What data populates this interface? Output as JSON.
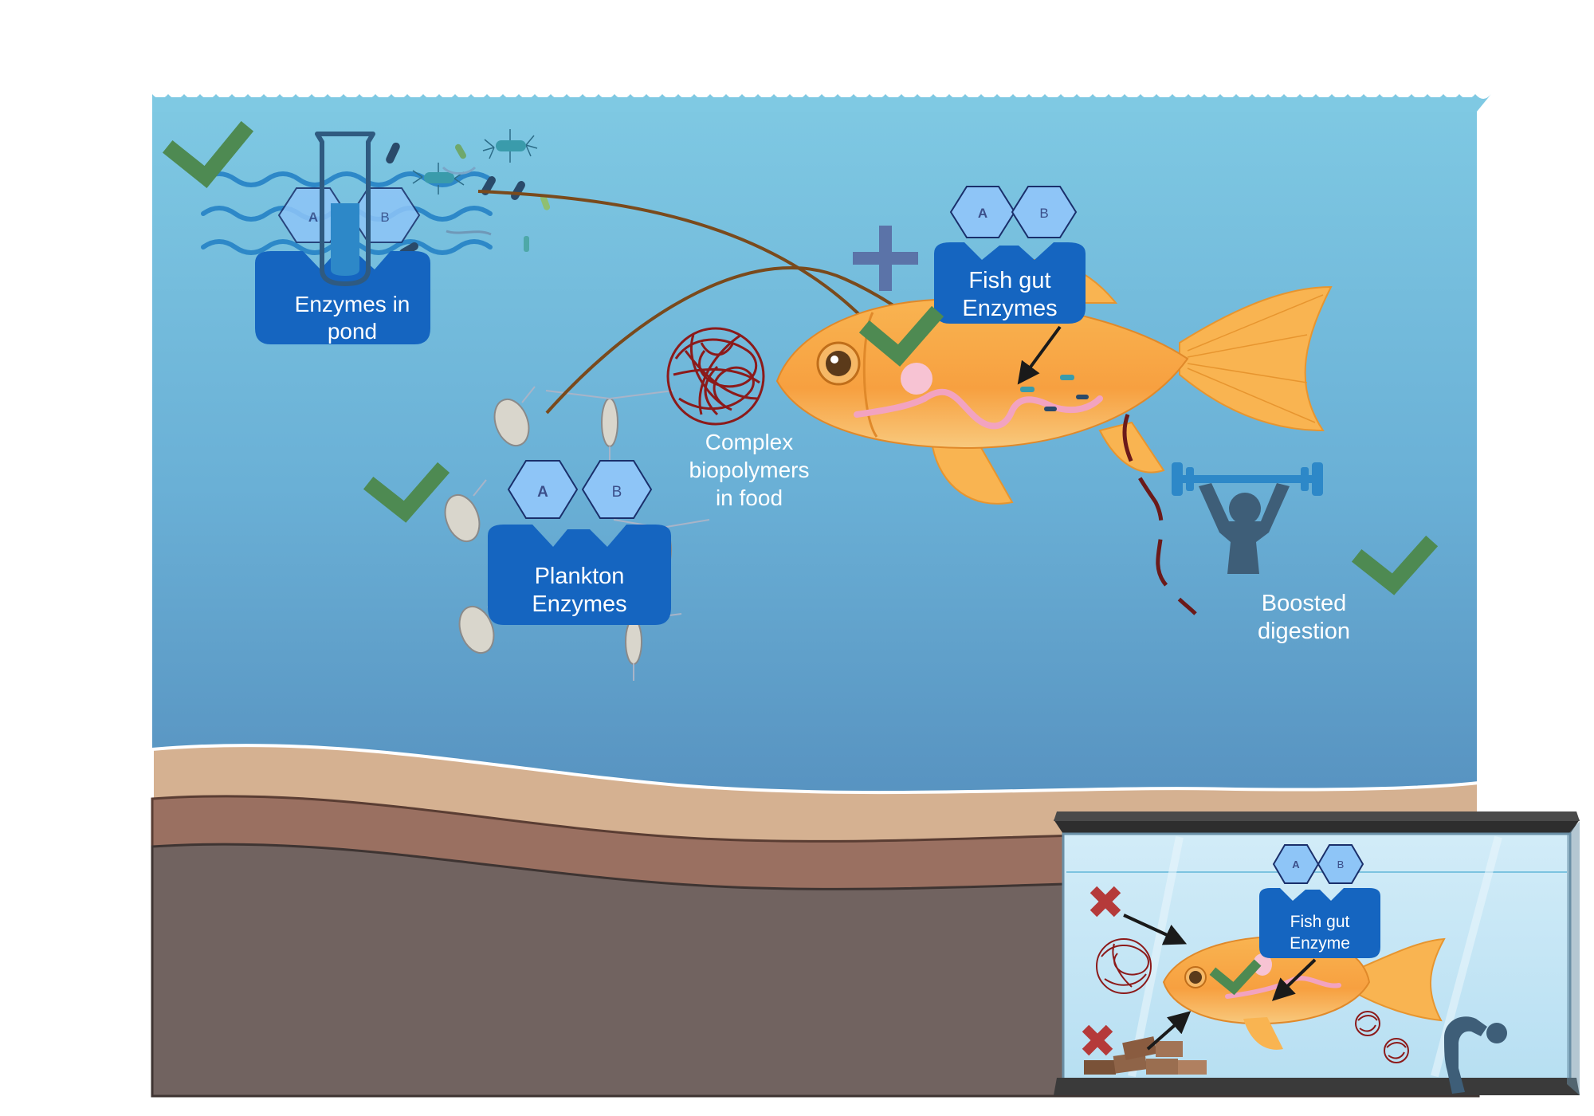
{
  "labels": {
    "pond_enzymes": [
      "Enzymes in",
      "pond"
    ],
    "fish_gut_enzymes": [
      "Fish gut",
      "Enzymes"
    ],
    "plankton_enzymes": [
      "Plankton",
      "Enzymes"
    ],
    "complex_biopolymers": [
      "Complex",
      "biopolymers",
      "in food"
    ],
    "boosted_digestion": [
      "Boosted",
      "digestion"
    ],
    "tank_fish_gut_enzyme": [
      "Fish gut",
      "Enzyme"
    ]
  },
  "enzyme_units": {
    "a": "A",
    "b": "B"
  },
  "icons": [
    "check-icon",
    "cross-icon",
    "plus-icon",
    "weightlifter-icon",
    "test-tube-icon",
    "fish-icon",
    "plankton-icon",
    "bacteria-icon",
    "biopolymer-ball-icon",
    "aquarium-tank-icon",
    "food-pellets-icon",
    "sick-person-icon"
  ],
  "colors": {
    "water_top": "#7dc7e2",
    "water_bottom": "#5b9ac3",
    "enzyme_blue": "#1565c0",
    "hexagon_fill": "#8ec5f7",
    "check_green": "#4e8a52",
    "cross_red": "#b53a3a",
    "fish_orange": "#f7a545",
    "biopolymer_red": "#8c1a1a",
    "arrow_brown": "#7a4a1c"
  }
}
